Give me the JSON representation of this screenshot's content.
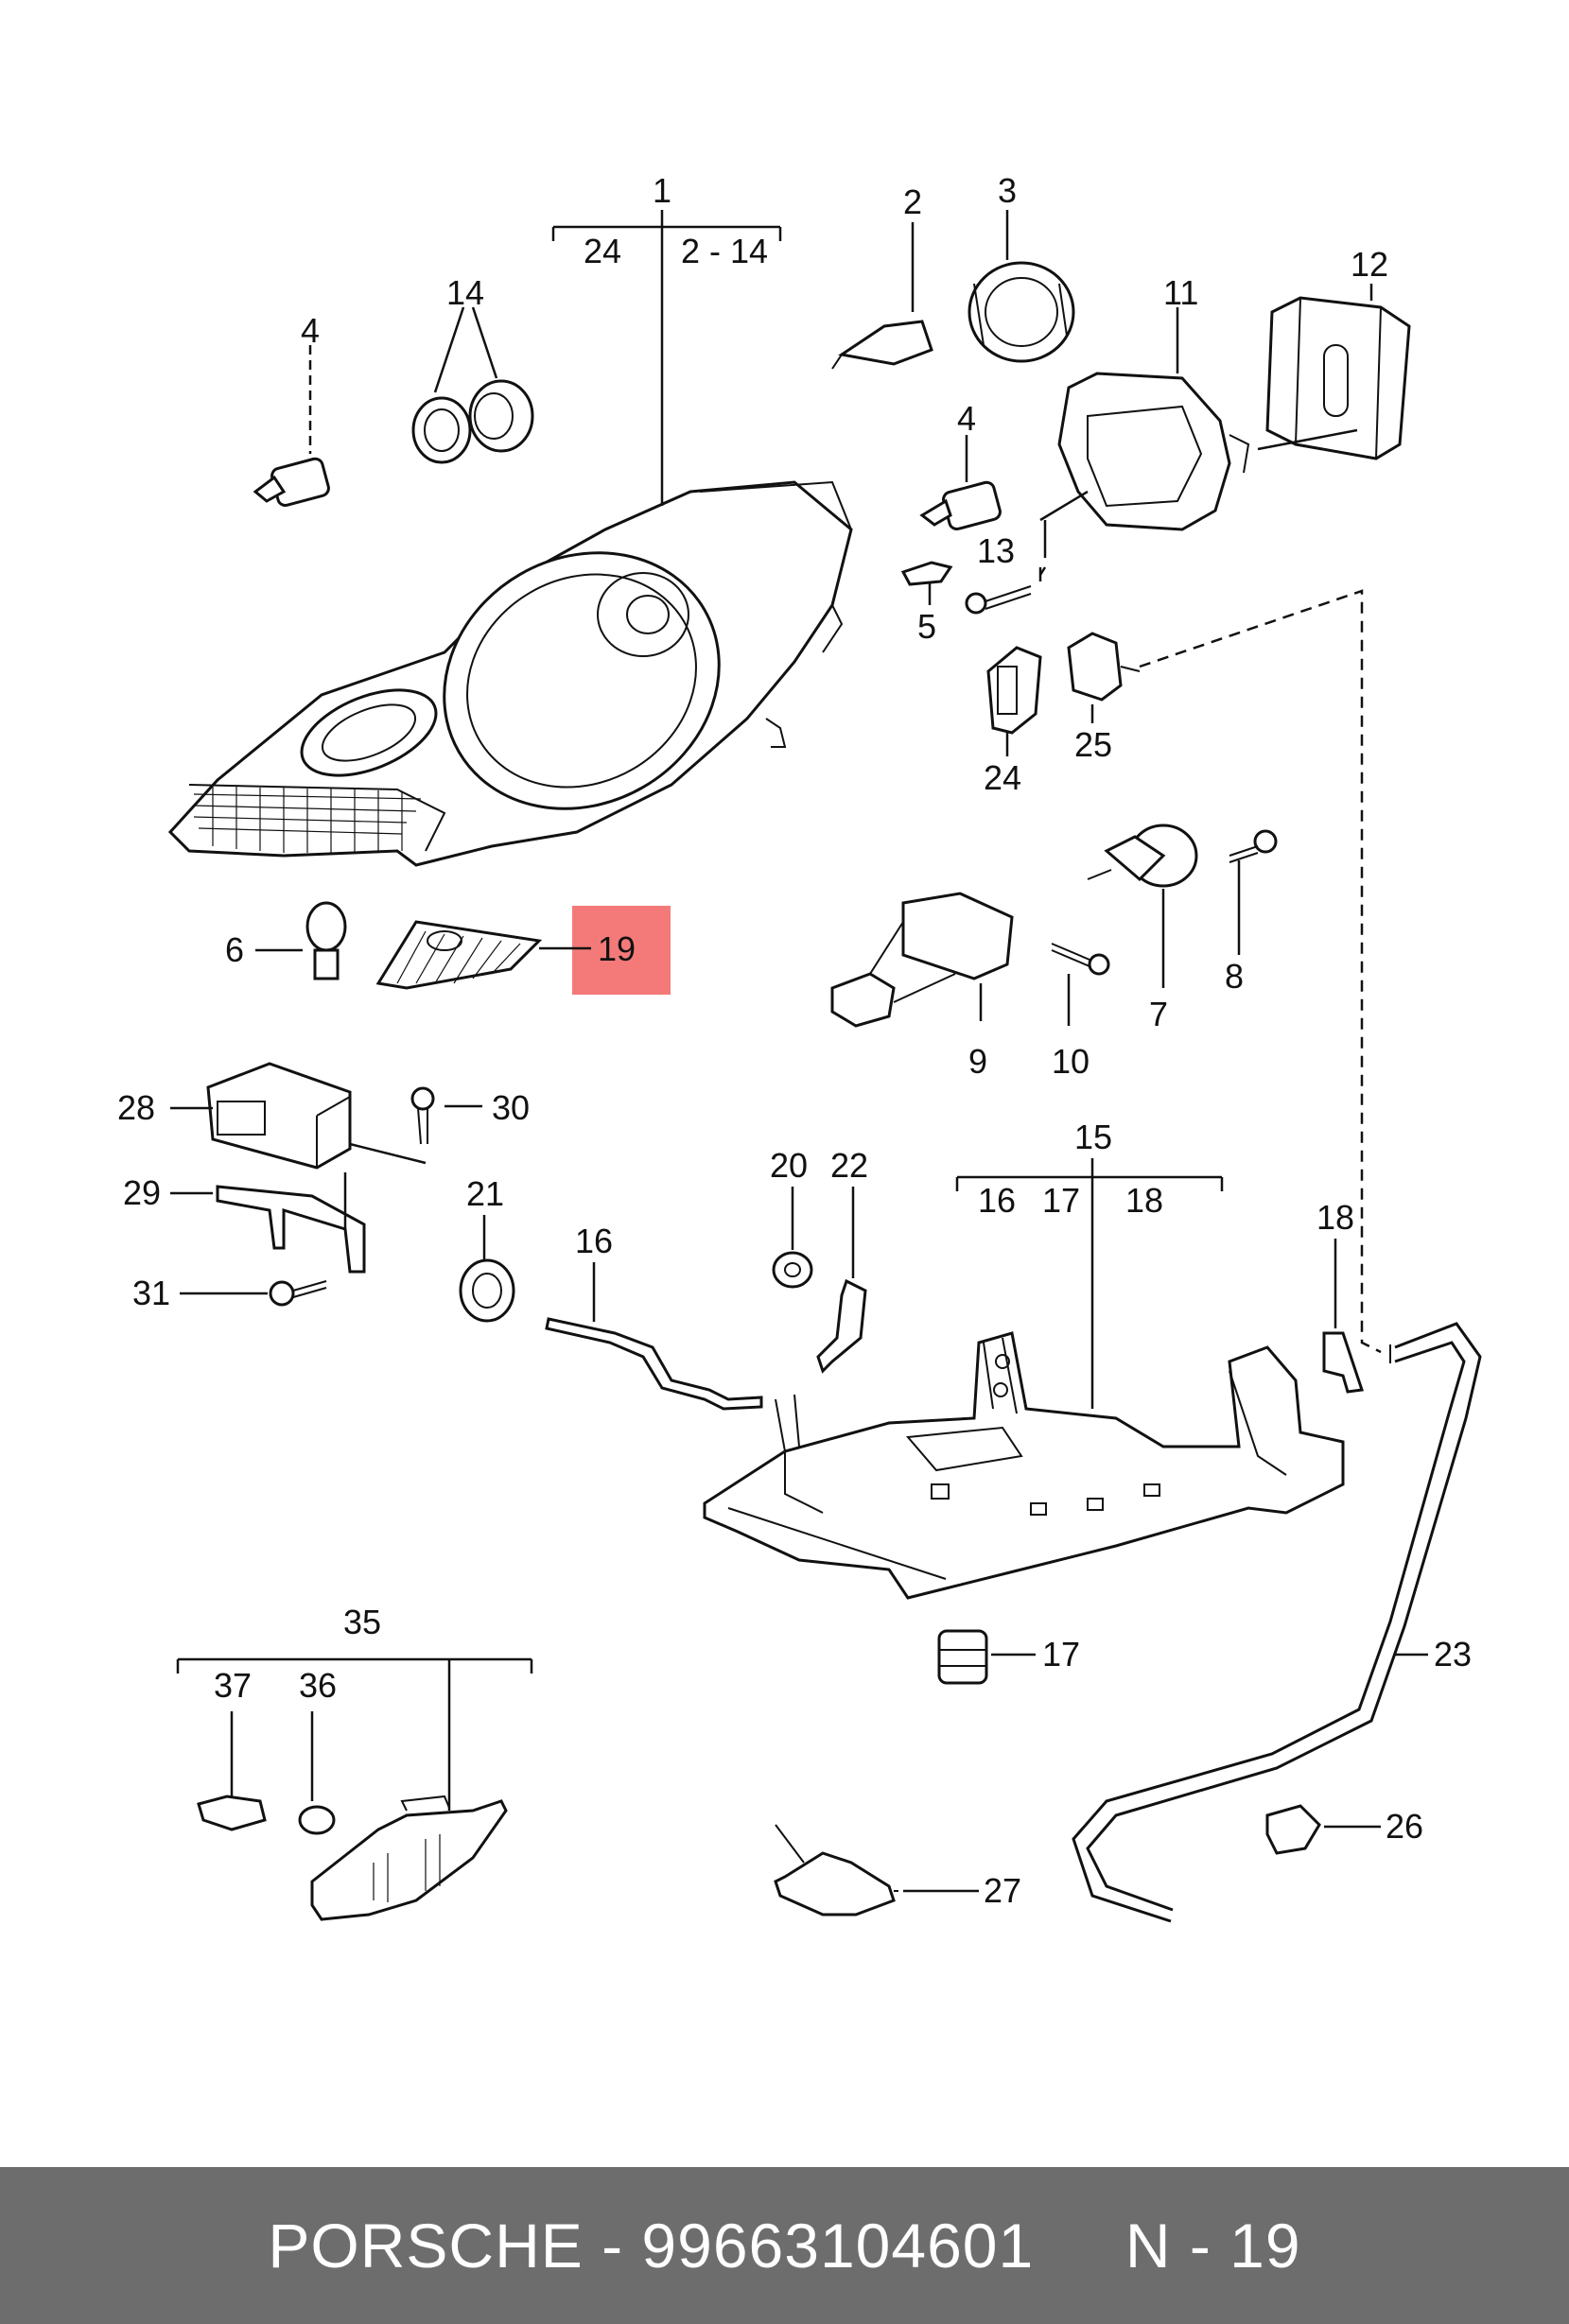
{
  "diagram": {
    "callouts": {
      "c1": "1",
      "c2": "2",
      "c3": "3",
      "c4a": "4",
      "c4b": "4",
      "c5": "5",
      "c6": "6",
      "c7": "7",
      "c8": "8",
      "c9": "9",
      "c10": "10",
      "c11": "11",
      "c12": "12",
      "c13": "13",
      "c14": "14",
      "c15": "15",
      "c16a": "16",
      "c16b": "16",
      "c17a": "17",
      "c17b": "17",
      "c18a": "18",
      "c18b": "18",
      "c19": "19",
      "c20": "20",
      "c21": "21",
      "c22": "22",
      "c23": "23",
      "c24a": "24",
      "c24b": "24",
      "c25": "25",
      "c26": "26",
      "c27": "27",
      "c28": "28",
      "c29": "29",
      "c30": "30",
      "c31": "31",
      "c35": "35",
      "c36": "36",
      "c37": "37",
      "r2_14": "2 - 14"
    },
    "highlight_color": "#f47a7a"
  },
  "footer": {
    "text": "PORSCHE - 99663104601     N - 19",
    "background": "#6d6d6d"
  }
}
